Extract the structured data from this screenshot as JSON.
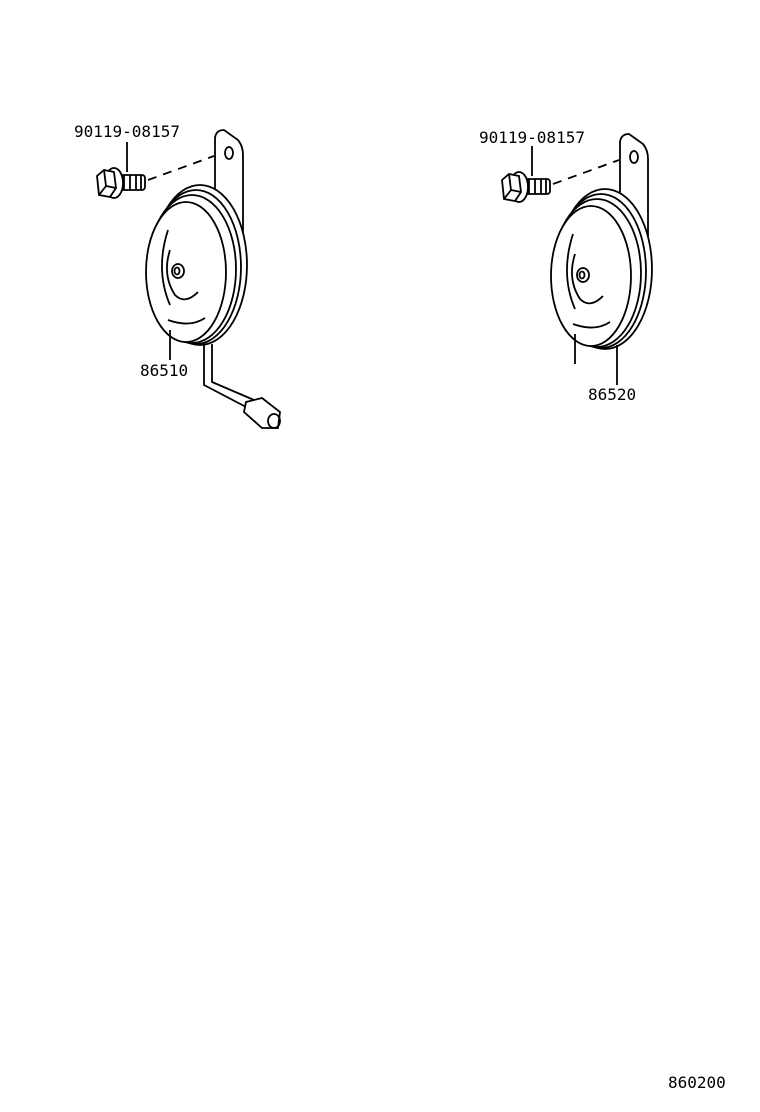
{
  "diagram_code": "860200",
  "assemblies": [
    {
      "part_number": "86510",
      "bolt_part_number": "90119-08157",
      "has_cable": true
    },
    {
      "part_number": "86520",
      "bolt_part_number": "90119-08157",
      "has_cable": false
    }
  ]
}
